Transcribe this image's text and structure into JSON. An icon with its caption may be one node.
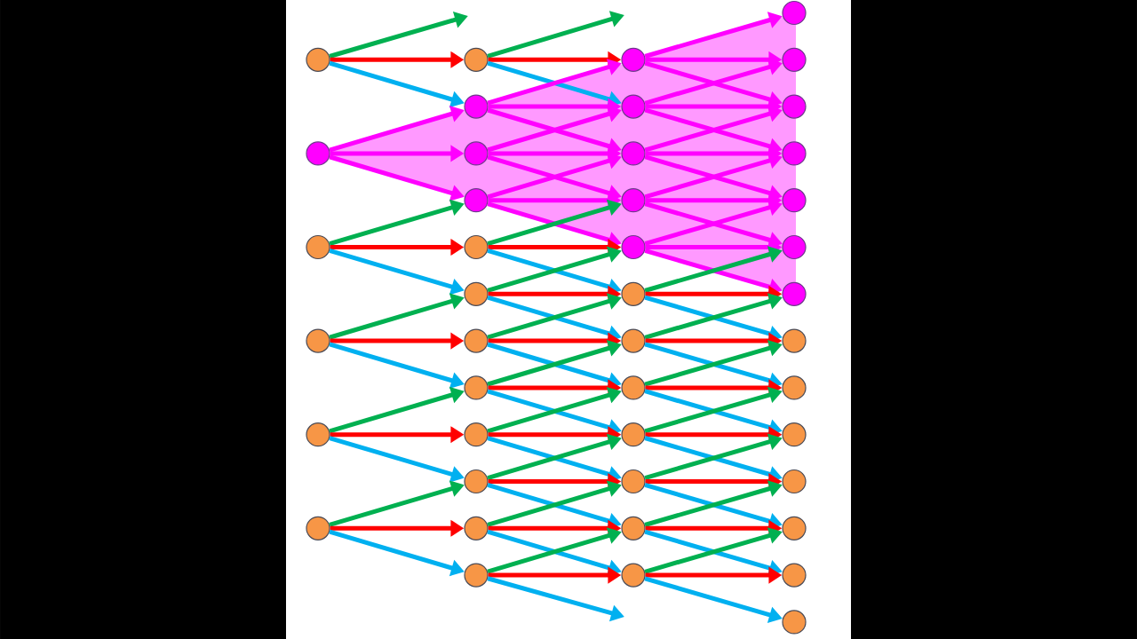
{
  "diagram": {
    "nodes": [
      {
        "text": [],
        "shape": "circle"
      },
      {
        "text": [],
        "shape": "circle"
      },
      {
        "text": [],
        "shape": "circle"
      },
      {
        "text": [],
        "shape": "circle"
      },
      {
        "text": [],
        "shape": "circle"
      },
      {
        "text": [],
        "shape": "circle"
      },
      {
        "text": [],
        "shape": "circle"
      },
      {
        "text": [],
        "shape": "circle"
      },
      {
        "text": [],
        "shape": "circle"
      },
      {
        "text": [],
        "shape": "circle"
      },
      {
        "text": [],
        "shape": "circle"
      },
      {
        "text": [],
        "shape": "circle"
      },
      {
        "text": [],
        "shape": "circle"
      },
      {
        "text": [],
        "shape": "circle"
      },
      {
        "text": [],
        "shape": "circle"
      },
      {
        "text": [],
        "shape": "circle"
      },
      {
        "text": [],
        "shape": "circle"
      },
      {
        "text": [],
        "shape": "circle"
      },
      {
        "text": [],
        "shape": "circle"
      },
      {
        "text": [],
        "shape": "circle"
      },
      {
        "text": [],
        "shape": "circle"
      },
      {
        "text": [],
        "shape": "circle"
      },
      {
        "text": [],
        "shape": "circle"
      },
      {
        "text": [],
        "shape": "circle"
      },
      {
        "text": [],
        "shape": "circle"
      },
      {
        "text": [],
        "shape": "circle"
      },
      {
        "text": [],
        "shape": "circle"
      },
      {
        "text": [],
        "shape": "circle"
      },
      {
        "text": [],
        "shape": "circle"
      },
      {
        "text": [],
        "shape": "circle"
      },
      {
        "text": [],
        "shape": "circle"
      },
      {
        "text": [],
        "shape": "circle"
      },
      {
        "text": [],
        "shape": "circle"
      },
      {
        "text": [],
        "shape": "circle"
      },
      {
        "text": [],
        "shape": "circle"
      },
      {
        "text": [],
        "shape": "circle"
      },
      {
        "text": [],
        "shape": "circle"
      },
      {
        "text": [],
        "shape": "circle"
      },
      {
        "text": [],
        "shape": "circle"
      },
      {
        "text": [],
        "shape": "circle"
      },
      {
        "text": [],
        "shape": "circle"
      },
      {
        "text": [],
        "shape": "circle"
      },
      {
        "text": [],
        "shape": "circle"
      },
      {
        "text": [],
        "shape": "circle"
      }
    ],
    "edges": [
      {
        "from": 0,
        "to": null,
        "arrow": "to",
        "color": "#00b050"
      },
      {
        "from": 0,
        "to": 6,
        "arrow": "to",
        "color": "#ff0000"
      },
      {
        "from": 0,
        "to": 7,
        "arrow": "to",
        "color": "#00b0f0"
      },
      {
        "from": 1,
        "to": 7,
        "arrow": "to",
        "color": "#ff00ff"
      },
      {
        "from": 1,
        "to": 8,
        "arrow": "to",
        "color": "#ff00ff"
      },
      {
        "from": 1,
        "to": 9,
        "arrow": "to",
        "color": "#ff00ff"
      },
      {
        "from": 2,
        "to": 9,
        "arrow": "to",
        "color": "#00b050"
      },
      {
        "from": 2,
        "to": 10,
        "arrow": "to",
        "color": "#ff0000"
      },
      {
        "from": 2,
        "to": 11,
        "arrow": "to",
        "color": "#00b0f0"
      },
      {
        "from": 3,
        "to": 11,
        "arrow": "to",
        "color": "#00b050"
      },
      {
        "from": 3,
        "to": 12,
        "arrow": "to",
        "color": "#ff0000"
      },
      {
        "from": 3,
        "to": 13,
        "arrow": "to",
        "color": "#00b0f0"
      },
      {
        "from": 4,
        "to": 13,
        "arrow": "to",
        "color": "#00b050"
      },
      {
        "from": 4,
        "to": 14,
        "arrow": "to",
        "color": "#ff0000"
      },
      {
        "from": 4,
        "to": 15,
        "arrow": "to",
        "color": "#00b0f0"
      },
      {
        "from": 5,
        "to": 15,
        "arrow": "to",
        "color": "#00b050"
      },
      {
        "from": 5,
        "to": 16,
        "arrow": "to",
        "color": "#ff0000"
      },
      {
        "from": 5,
        "to": 17,
        "arrow": "to",
        "color": "#00b0f0"
      },
      {
        "from": 6,
        "to": null,
        "arrow": "to",
        "color": "#00b050"
      },
      {
        "from": 6,
        "to": 18,
        "arrow": "to",
        "color": "#ff0000"
      },
      {
        "from": 6,
        "to": 19,
        "arrow": "to",
        "color": "#00b0f0"
      },
      {
        "from": 7,
        "to": 18,
        "arrow": "to",
        "color": "#ff00ff"
      },
      {
        "from": 7,
        "to": 19,
        "arrow": "to",
        "color": "#ff00ff"
      },
      {
        "from": 7,
        "to": 20,
        "arrow": "to",
        "color": "#ff00ff"
      },
      {
        "from": 8,
        "to": 19,
        "arrow": "to",
        "color": "#ff00ff"
      },
      {
        "from": 8,
        "to": 20,
        "arrow": "to",
        "color": "#ff00ff"
      },
      {
        "from": 8,
        "to": 21,
        "arrow": "to",
        "color": "#ff00ff"
      },
      {
        "from": 9,
        "to": 20,
        "arrow": "to",
        "color": "#ff00ff"
      },
      {
        "from": 9,
        "to": 21,
        "arrow": "to",
        "color": "#ff00ff"
      },
      {
        "from": 9,
        "to": 22,
        "arrow": "to",
        "color": "#ff00ff"
      },
      {
        "from": 10,
        "to": 21,
        "arrow": "to",
        "color": "#00b050"
      },
      {
        "from": 10,
        "to": 22,
        "arrow": "to",
        "color": "#ff0000"
      },
      {
        "from": 10,
        "to": 23,
        "arrow": "to",
        "color": "#00b0f0"
      },
      {
        "from": 11,
        "to": 22,
        "arrow": "to",
        "color": "#00b050"
      },
      {
        "from": 11,
        "to": 23,
        "arrow": "to",
        "color": "#ff0000"
      },
      {
        "from": 11,
        "to": 24,
        "arrow": "to",
        "color": "#00b0f0"
      },
      {
        "from": 12,
        "to": 23,
        "arrow": "to",
        "color": "#00b050"
      },
      {
        "from": 12,
        "to": 24,
        "arrow": "to",
        "color": "#ff0000"
      },
      {
        "from": 12,
        "to": 25,
        "arrow": "to",
        "color": "#00b0f0"
      },
      {
        "from": 13,
        "to": 24,
        "arrow": "to",
        "color": "#00b050"
      },
      {
        "from": 13,
        "to": 25,
        "arrow": "to",
        "color": "#ff0000"
      },
      {
        "from": 13,
        "to": 26,
        "arrow": "to",
        "color": "#00b0f0"
      },
      {
        "from": 14,
        "to": 25,
        "arrow": "to",
        "color": "#00b050"
      },
      {
        "from": 14,
        "to": 26,
        "arrow": "to",
        "color": "#ff0000"
      },
      {
        "from": 14,
        "to": 27,
        "arrow": "to",
        "color": "#00b0f0"
      },
      {
        "from": 15,
        "to": 26,
        "arrow": "to",
        "color": "#00b050"
      },
      {
        "from": 15,
        "to": 27,
        "arrow": "to",
        "color": "#ff0000"
      },
      {
        "from": 15,
        "to": 28,
        "arrow": "to",
        "color": "#00b0f0"
      },
      {
        "from": 16,
        "to": 27,
        "arrow": "to",
        "color": "#00b050"
      },
      {
        "from": 16,
        "to": 28,
        "arrow": "to",
        "color": "#ff0000"
      },
      {
        "from": 16,
        "to": 29,
        "arrow": "to",
        "color": "#00b0f0"
      },
      {
        "from": 17,
        "to": 28,
        "arrow": "to",
        "color": "#00b050"
      },
      {
        "from": 17,
        "to": 29,
        "arrow": "to",
        "color": "#ff0000"
      },
      {
        "from": 17,
        "to": null,
        "arrow": "to",
        "color": "#00b0f0"
      },
      {
        "from": 18,
        "to": 30,
        "arrow": "to",
        "color": "#ff00ff"
      },
      {
        "from": 18,
        "to": 31,
        "arrow": "to",
        "color": "#ff00ff"
      },
      {
        "from": 18,
        "to": 32,
        "arrow": "to",
        "color": "#ff00ff"
      },
      {
        "from": 19,
        "to": 31,
        "arrow": "to",
        "color": "#ff00ff"
      },
      {
        "from": 19,
        "to": 32,
        "arrow": "to",
        "color": "#ff00ff"
      },
      {
        "from": 19,
        "to": 33,
        "arrow": "to",
        "color": "#ff00ff"
      },
      {
        "from": 20,
        "to": 32,
        "arrow": "to",
        "color": "#ff00ff"
      },
      {
        "from": 20,
        "to": 33,
        "arrow": "to",
        "color": "#ff00ff"
      },
      {
        "from": 20,
        "to": 34,
        "arrow": "to",
        "color": "#ff00ff"
      },
      {
        "from": 21,
        "to": 33,
        "arrow": "to",
        "color": "#ff00ff"
      },
      {
        "from": 21,
        "to": 34,
        "arrow": "to",
        "color": "#ff00ff"
      },
      {
        "from": 21,
        "to": 35,
        "arrow": "to",
        "color": "#ff00ff"
      },
      {
        "from": 22,
        "to": 34,
        "arrow": "to",
        "color": "#ff00ff"
      },
      {
        "from": 22,
        "to": 35,
        "arrow": "to",
        "color": "#ff00ff"
      },
      {
        "from": 22,
        "to": 36,
        "arrow": "to",
        "color": "#ff00ff"
      },
      {
        "from": 23,
        "to": 35,
        "arrow": "to",
        "color": "#00b050"
      },
      {
        "from": 23,
        "to": 36,
        "arrow": "to",
        "color": "#ff0000"
      },
      {
        "from": 23,
        "to": 37,
        "arrow": "to",
        "color": "#00b0f0"
      },
      {
        "from": 24,
        "to": 36,
        "arrow": "to",
        "color": "#00b050"
      },
      {
        "from": 24,
        "to": 37,
        "arrow": "to",
        "color": "#ff0000"
      },
      {
        "from": 24,
        "to": 38,
        "arrow": "to",
        "color": "#00b0f0"
      },
      {
        "from": 25,
        "to": 37,
        "arrow": "to",
        "color": "#00b050"
      },
      {
        "from": 25,
        "to": 38,
        "arrow": "to",
        "color": "#ff0000"
      },
      {
        "from": 25,
        "to": 39,
        "arrow": "to",
        "color": "#00b0f0"
      },
      {
        "from": 26,
        "to": 38,
        "arrow": "to",
        "color": "#00b050"
      },
      {
        "from": 26,
        "to": 39,
        "arrow": "to",
        "color": "#ff0000"
      },
      {
        "from": 26,
        "to": 40,
        "arrow": "to",
        "color": "#00b0f0"
      },
      {
        "from": 27,
        "to": 39,
        "arrow": "to",
        "color": "#00b050"
      },
      {
        "from": 27,
        "to": 40,
        "arrow": "to",
        "color": "#ff0000"
      },
      {
        "from": 27,
        "to": 41,
        "arrow": "to",
        "color": "#00b0f0"
      },
      {
        "from": 28,
        "to": 40,
        "arrow": "to",
        "color": "#00b050"
      },
      {
        "from": 28,
        "to": 41,
        "arrow": "to",
        "color": "#ff0000"
      },
      {
        "from": 28,
        "to": 42,
        "arrow": "to",
        "color": "#00b0f0"
      },
      {
        "from": 29,
        "to": 41,
        "arrow": "to",
        "color": "#00b050"
      },
      {
        "from": 29,
        "to": 42,
        "arrow": "to",
        "color": "#ff0000"
      },
      {
        "from": 29,
        "to": 43,
        "arrow": "to",
        "color": "#00b0f0"
      }
    ]
  }
}
